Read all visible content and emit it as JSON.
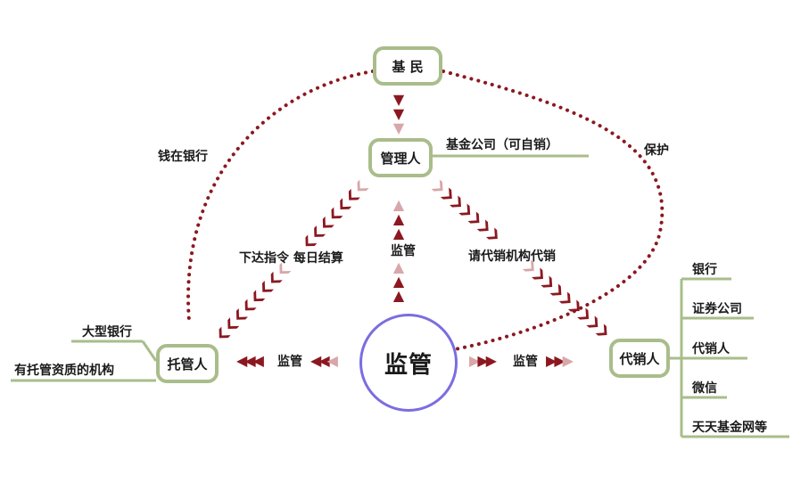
{
  "nodes": {
    "investor": "基 民",
    "manager": "管理人",
    "custodian": "托管人",
    "agent": "代销人",
    "regulator": "监管"
  },
  "labels": {
    "manager_note": "基金公司（可自销）",
    "money_in_bank": "钱在银行",
    "protect": "保护",
    "instruction": "下达指令 每日结算",
    "supervise_top": "监管",
    "entrust_sales": "请代销机构代销",
    "supervise_left": "监管",
    "supervise_right": "监管"
  },
  "custodian_types": [
    "大型银行",
    "有托管资质的机构"
  ],
  "agent_types": [
    "银行",
    "证券公司",
    "代销人",
    "微信",
    "天天基金网等"
  ],
  "colors": {
    "node_border": "#a9bd8b",
    "regulator_border": "#7b6de0",
    "dotted_line": "#8b1820",
    "arrow": "#8b1820"
  }
}
